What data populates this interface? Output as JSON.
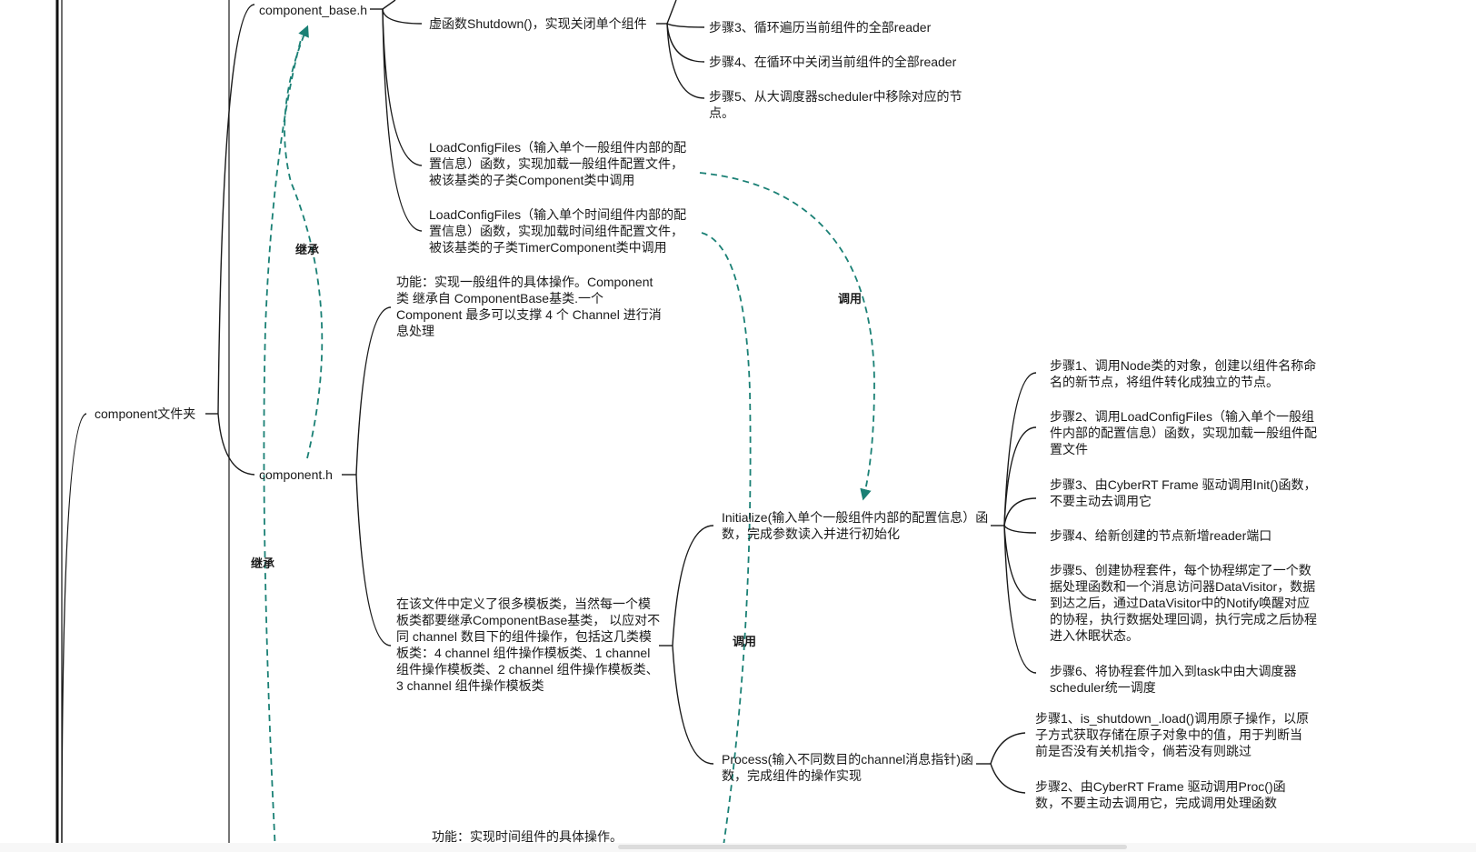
{
  "nodes": {
    "component_base_h": "component_base.h",
    "shutdown": "虚函数Shutdown()，实现关闭单个组件",
    "step3_shutdown": "步骤3、循环遍历当前组件的全部reader",
    "step4_shutdown": "步骤4、在循环中关闭当前组件的全部reader",
    "step5_shutdown": "步骤5、从大调度器scheduler中移除对应的节点。",
    "load_config_1": "LoadConfigFiles（输入单个一般组件内部的配置信息）函数，实现加载一般组件配置文件，被该基类的子类Component类中调用",
    "load_config_2": "LoadConfigFiles（输入单个时间组件内部的配置信息）函数，实现加载时间组件配置文件，被该基类的子类TimerComponent类中调用",
    "component_folder": "component文件夹",
    "component_h": "component.h",
    "function_desc": "功能：实现一般组件的具体操作。Component 类 继承自 ComponentBase基类.一个 Component 最多可以支撑 4 个 Channel 进行消息处理",
    "template_desc": "在该文件中定义了很多模板类，当然每一个模板类都要继承ComponentBase基类， 以应对不同 channel 数目下的组件操作，包括这几类模板类：4 channel 组件操作模板类、1 channel 组件操作模板类、2 channel 组件操作模板类、3 channel 组件操作模板类",
    "initialize": "Initialize(输入单个一般组件内部的配置信息）函数，完成参数读入并进行初始化",
    "init_step1": "步骤1、调用Node类的对象，创建以组件名称命名的新节点，将组件转化成独立的节点。",
    "init_step2": "步骤2、调用LoadConfigFiles（输入单个一般组件内部的配置信息）函数，实现加载一般组件配置文件",
    "init_step3": "步骤3、由CyberRT Frame 驱动调用Init()函数，不要主动去调用它",
    "init_step4": "步骤4、给新创建的节点新增reader端口",
    "init_step5": "步骤5、创建协程套件，每个协程绑定了一个数据处理函数和一个消息访问器DataVisitor，数据到达之后，通过DataVisitor中的Notify唤醒对应的协程，执行数据处理回调，执行完成之后协程进入休眠状态。",
    "init_step6": "步骤6、将协程套件加入到task中由大调度器scheduler统一调度",
    "process": "Process(输入不同数目的channel消息指针)函数，完成组件的操作实现",
    "proc_step1": "步骤1、is_shutdown_.load()调用原子操作，以原子方式获取存储在原子对象中的值，用于判断当前是否没有关机指令，倘若没有则跳过",
    "proc_step2": "步骤2、由CyberRT Frame 驱动调用Proc()函数，不要主动去调用它，完成调用处理函数",
    "timer_function": "功能：实现时间组件的具体操作。"
  },
  "edge_labels": {
    "inherit_1": "继承",
    "inherit_2": "继承",
    "call_1": "调用",
    "call_2": "调用"
  },
  "colors": {
    "tree_line": "#1a1a1a",
    "dashed_relation": "#1a8075"
  }
}
